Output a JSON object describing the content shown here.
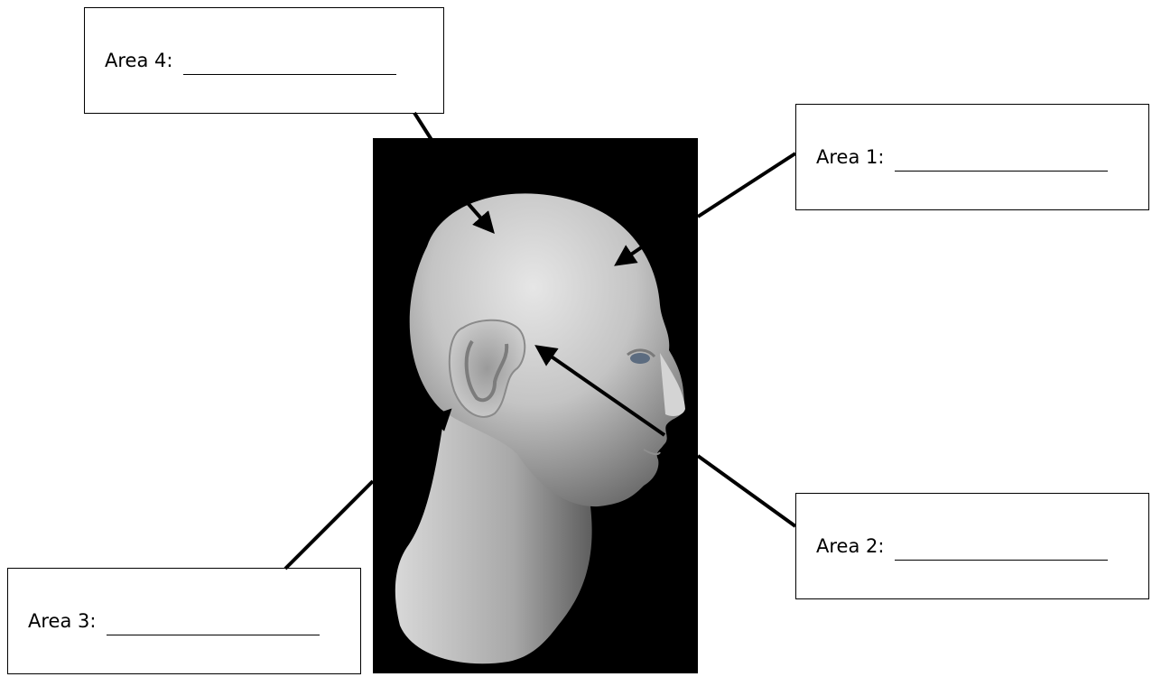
{
  "labels": {
    "area1": "Area 1:",
    "area2": "Area 2:",
    "area3": "Area 3:",
    "area4": "Area 4:"
  },
  "colors": {
    "background": "#ffffff",
    "figure_background": "#000000",
    "head": "#c9c9c9",
    "line": "#000000"
  },
  "icons": {
    "figure": "head-profile-illustration",
    "pointer": "arrow-icon"
  }
}
